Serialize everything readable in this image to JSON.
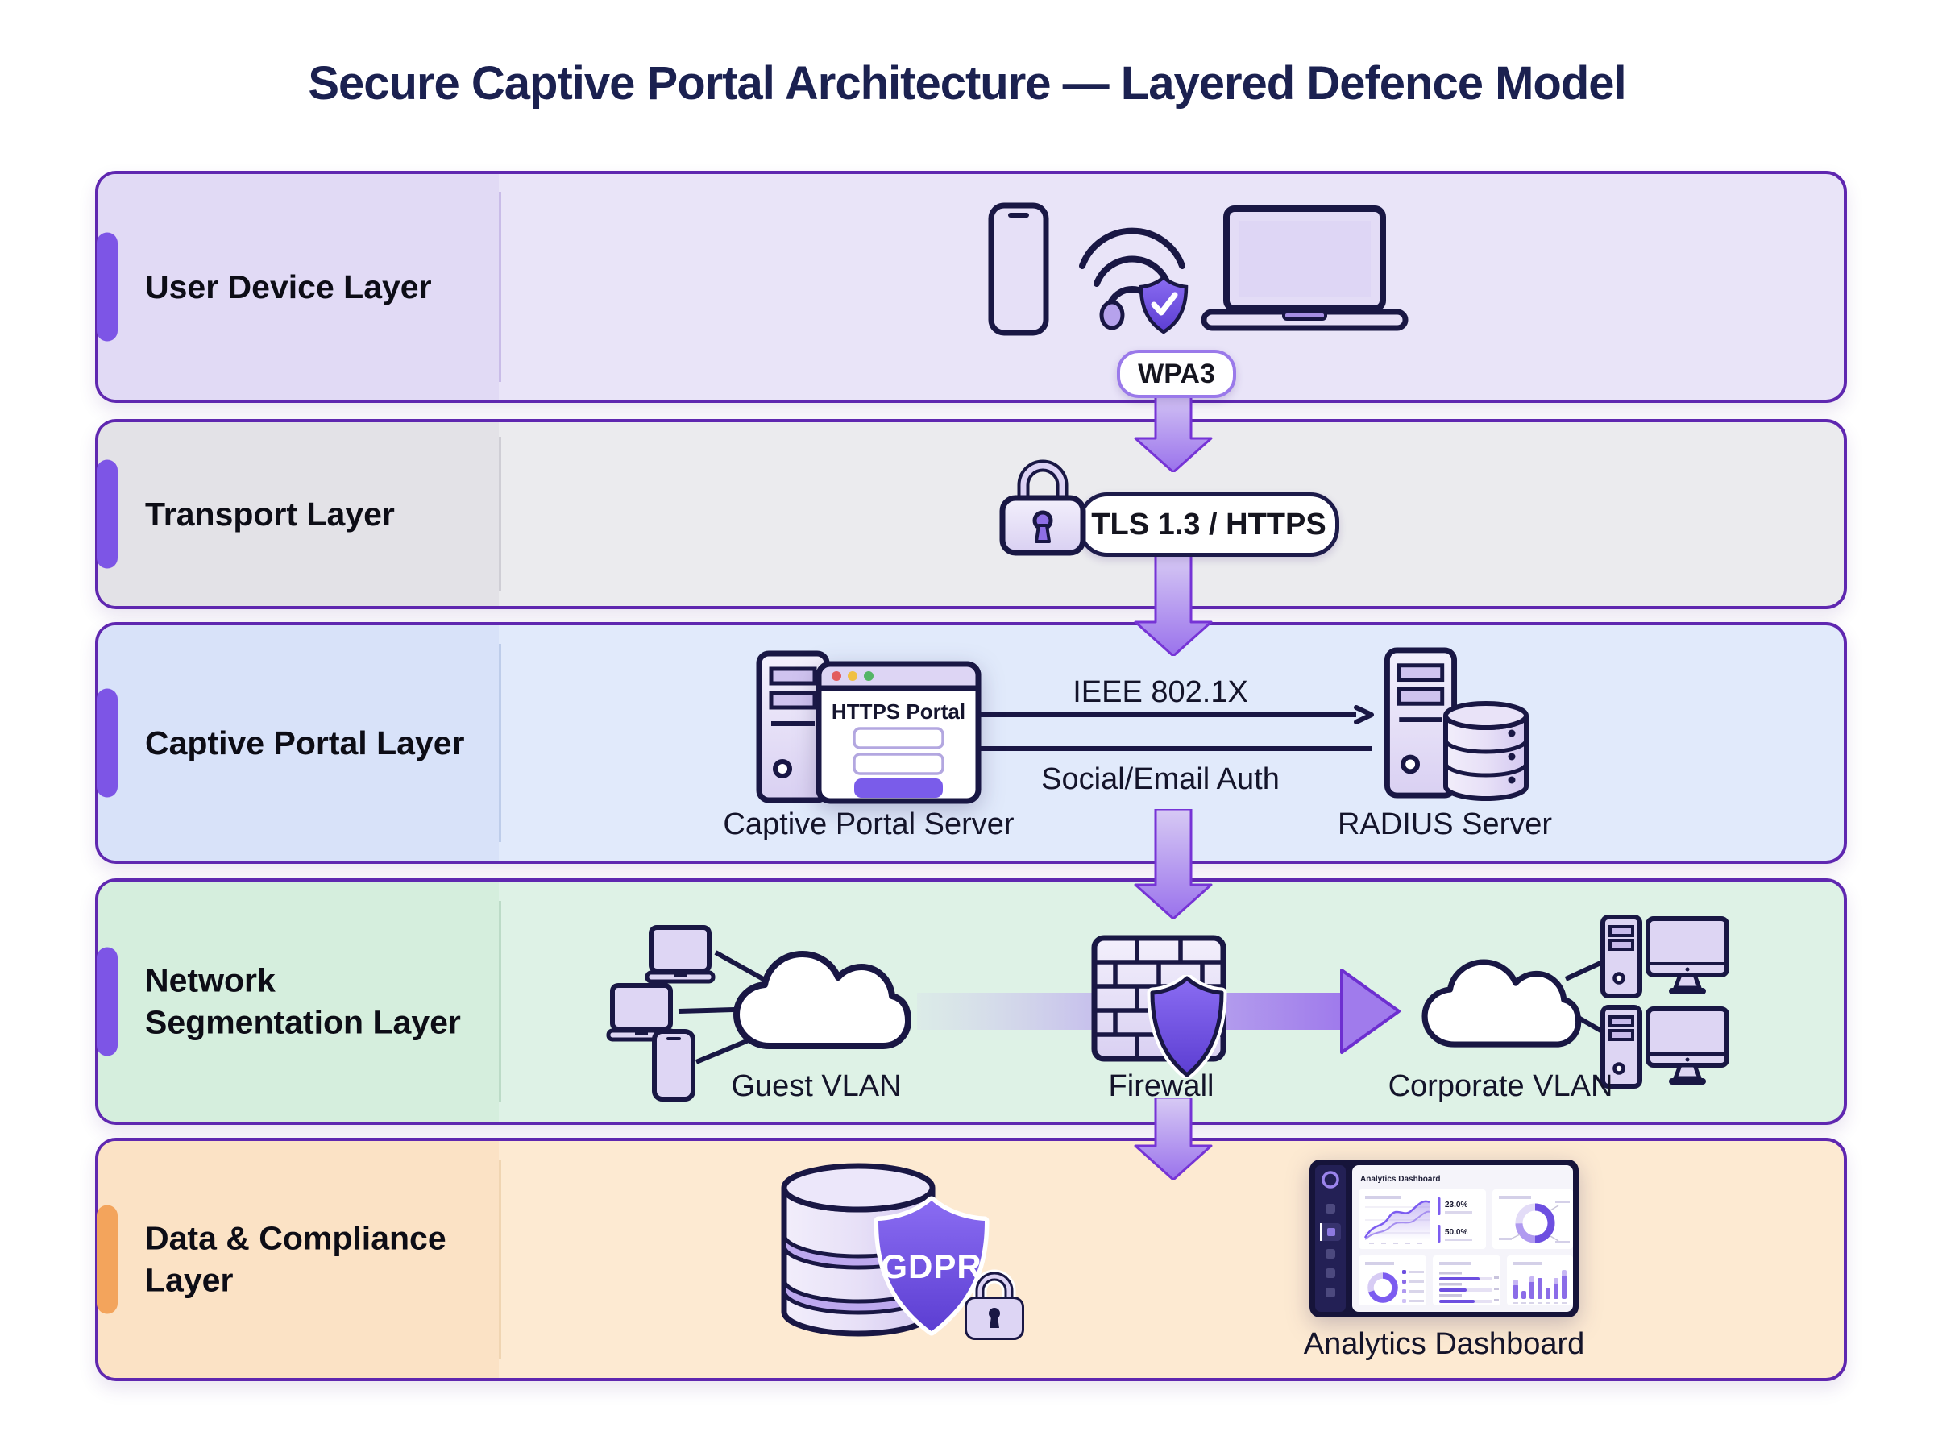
{
  "title": "Secure Captive Portal Architecture — Layered Defence Model",
  "layers": [
    {
      "label": "User Device Layer"
    },
    {
      "label": "Transport Layer"
    },
    {
      "label": "Captive Portal Layer"
    },
    {
      "label": "Network Segmentation Layer"
    },
    {
      "label": "Data & Compliance Layer"
    }
  ],
  "user_device": {
    "wpa3_badge": "WPA3",
    "icons": [
      "smartphone-icon",
      "wifi-shield-check-icon",
      "laptop-icon"
    ]
  },
  "transport": {
    "tls_badge": "TLS 1.3 / HTTPS",
    "icons": [
      "padlock-icon"
    ]
  },
  "captive_portal": {
    "portal_window_title": "HTTPS Portal",
    "server_caption": "Captive Portal Server",
    "radius_caption": "RADIUS Server",
    "auth_request_label": "IEEE 802.1X",
    "auth_response_label": "Social/Email Auth",
    "icons": [
      "server-tower-icon",
      "browser-window-icon",
      "database-icon"
    ]
  },
  "network_segmentation": {
    "guest_caption": "Guest VLAN",
    "firewall_caption": "Firewall",
    "corporate_caption": "Corporate VLAN",
    "icons": [
      "cloud-icon",
      "laptop-icon",
      "smartphone-icon",
      "firewall-brick-icon",
      "shield-icon",
      "workstation-icon"
    ]
  },
  "data_compliance": {
    "shield_label": "GDPR",
    "dashboard_caption": "Analytics Dashboard",
    "dashboard": {
      "title": "Analytics Dashboard",
      "stat_primary": "23.0%",
      "stat_secondary": "50.0%"
    },
    "icons": [
      "database-icon",
      "gdpr-shield-icon",
      "padlock-icon",
      "dashboard-screen-icon"
    ]
  },
  "colors": {
    "title_text": "#1b2150",
    "layer_border": "#5f27b0",
    "accent_purple": "#7d55e6",
    "accent_orange": "#f3a45c",
    "outline_navy": "#191744",
    "shield_purple_top": "#8a6cf2",
    "shield_purple_bottom": "#5c3ed2",
    "arrow_purple": "#9a72ec",
    "user_device_bg": "#e9e4f8",
    "transport_bg": "#ebebee",
    "captive_portal_bg": "#e1eafb",
    "network_segmentation_bg": "#def2e6",
    "data_compliance_bg": "#fdead2"
  }
}
